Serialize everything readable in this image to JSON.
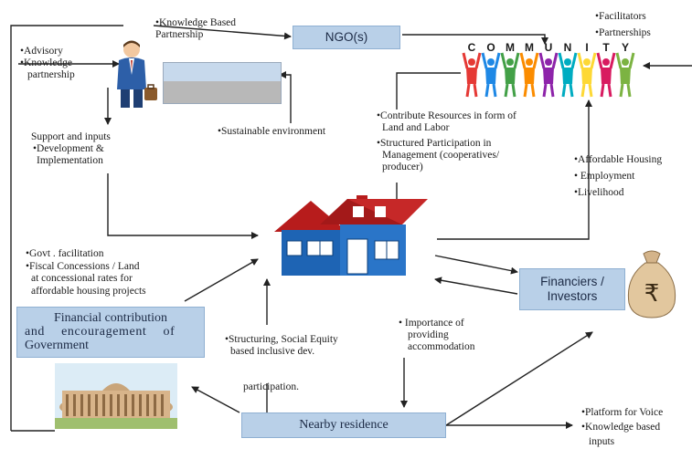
{
  "ngo": "NGO(s)",
  "community_letters": [
    "C",
    "O",
    "M",
    "M",
    "U",
    "N",
    "I",
    "T",
    "Y"
  ],
  "community_colors": [
    "#e53935",
    "#1e88e5",
    "#43a047",
    "#fb8c00",
    "#8e24aa",
    "#00acc1",
    "#fdd835",
    "#d81b60",
    "#7cb342"
  ],
  "knowledge_based_partnership": [
    "•Knowledge Based",
    "Partnership"
  ],
  "advisory": [
    "•Advisory",
    "•Knowledge",
    "partnership"
  ],
  "facilitators": [
    "•Facilitators",
    "•Partnerships"
  ],
  "support": [
    "Support and inputs",
    "•Development &",
    "Implementation"
  ],
  "sustainable": "•Sustainable environment",
  "contribute": [
    "•Contribute Resources in form of",
    "Land and Labor",
    "•Structured Participation in",
    "Management (cooperatives/",
    "producer)"
  ],
  "affordable": [
    "•Affordable Housing",
    "• Employment",
    "•Livelihood"
  ],
  "govt": [
    "•Govt . facilitation",
    "•Fiscal Concessions / Land",
    "at concessional rates for",
    "affordable housing projects"
  ],
  "financiers": [
    "Financiers /",
    "Investors"
  ],
  "financial_contribution": [
    "Financial contribution",
    "and encouragement of",
    "Government"
  ],
  "structuring": [
    "•Structuring, Social Equity",
    "based inclusive dev."
  ],
  "importance": [
    "• Importance of",
    "providing",
    "accommodation"
  ],
  "participation": "participation.",
  "nearby": "Nearby residence",
  "platform": [
    "•Platform for Voice",
    "•Knowledge based",
    "inputs"
  ]
}
